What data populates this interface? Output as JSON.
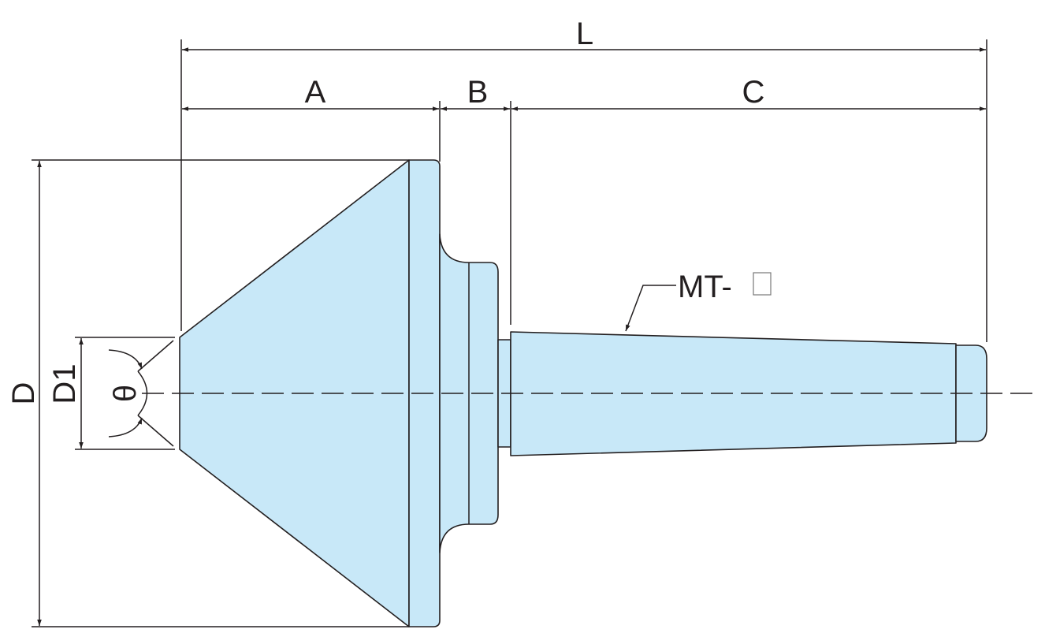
{
  "labels": {
    "L": "L",
    "A": "A",
    "B": "B",
    "C": "C",
    "D": "D",
    "D1": "D1",
    "theta": "θ",
    "taper": "MT-",
    "taper_size_box": "□"
  },
  "colors": {
    "body_fill": "#c8e8f8",
    "line": "#231f20"
  }
}
